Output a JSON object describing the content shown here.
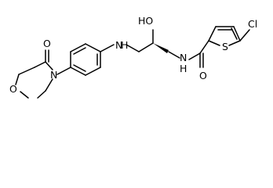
{
  "molecule": {
    "atoms": {
      "o_morpholine_ring": "O",
      "o_ketone": "O",
      "n_morpholine": "N",
      "n_amine": "N",
      "h_amine": "H",
      "oh_label": "HO",
      "n_amide": "N",
      "h_amide": "H",
      "o_amide": "O",
      "s_thiophene": "S",
      "cl_label": "Cl"
    }
  },
  "colors": {
    "background": "#ffffff",
    "bond": "#000000",
    "label": "#000000"
  }
}
